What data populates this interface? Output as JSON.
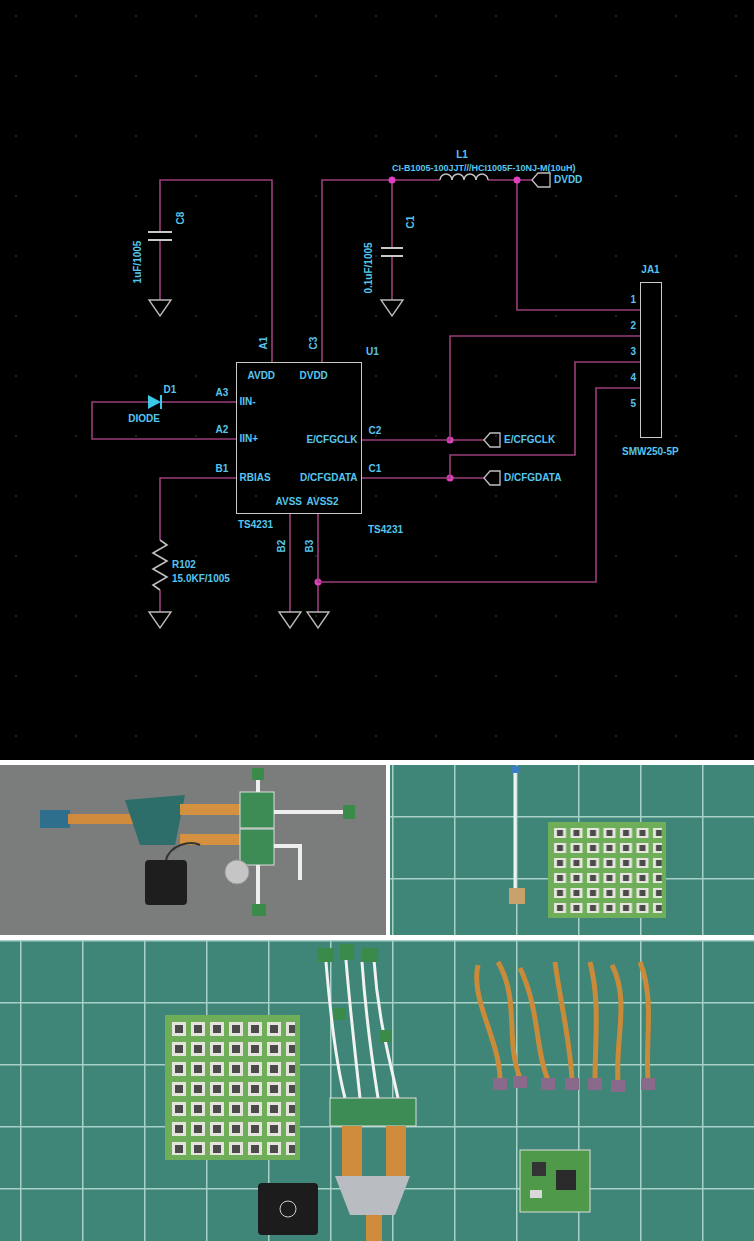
{
  "diagram": {
    "nodes": [
      {
        "text": [
          "AVDD",
          "DVDD",
          "IIN-",
          "IIN+",
          "E/CFGCLK",
          "RBIAS",
          "D/CFGDATA",
          "AVSS",
          "AVSS2"
        ]
      },
      {
        "text": [
          "JA1"
        ]
      }
    ],
    "edges": [
      {
        "from": 0,
        "to": 1,
        "arrow": "none"
      },
      {
        "from": 0,
        "to": 1,
        "arrow": "none"
      },
      {
        "from": 0,
        "to": 1,
        "arrow": "none"
      }
    ],
    "labels": [
      "L1",
      "CI-B1005-100JJT///HCI1005F-10NJ-M(10uH)",
      "DVDD",
      "C8",
      "1uF/1005",
      "C1",
      "0.1uF/1005",
      "1",
      "2",
      "3",
      "4",
      "5",
      "SMW250-5P",
      "A1",
      "C3",
      "U1",
      "A3",
      "D1",
      "DIODE",
      "A2",
      "C2",
      "E/CFGCLK",
      "B1",
      "C1",
      "D/CFGDATA",
      "TS4231",
      "TS4231",
      "B2",
      "B3",
      "R102",
      "15.0KF/1005"
    ]
  }
}
